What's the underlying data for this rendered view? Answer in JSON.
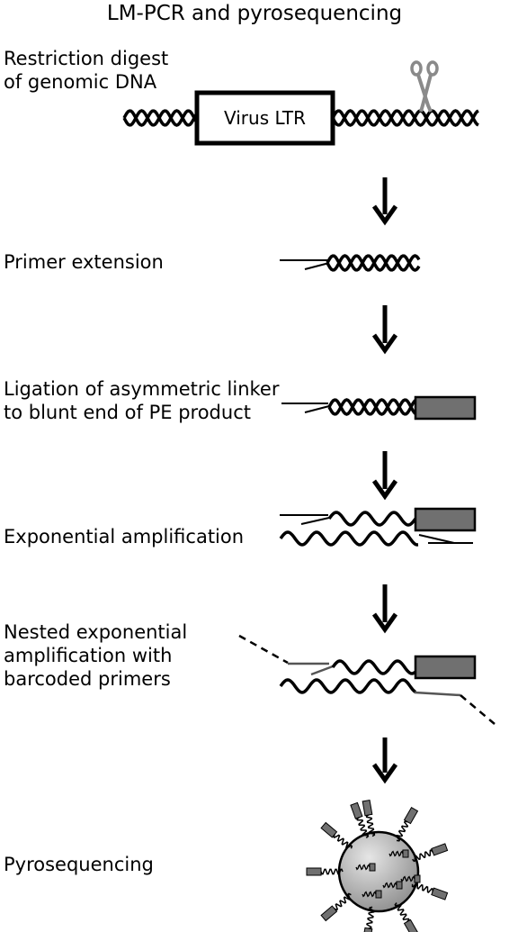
{
  "title": "LM-PCR and pyrosequencing",
  "steps": [
    {
      "lines": [
        "Restriction digest",
        "of genomic DNA"
      ]
    },
    {
      "lines": [
        "Primer extension"
      ]
    },
    {
      "lines": [
        "Ligation of asymmetric linker",
        "to blunt end of PE product"
      ]
    },
    {
      "lines": [
        "Exponential amplification"
      ]
    },
    {
      "lines": [
        "Nested exponential",
        "amplification with",
        "barcoded primers"
      ]
    },
    {
      "lines": [
        "Pyrosequencing"
      ]
    }
  ],
  "ltr_label": "Virus LTR",
  "icons": {
    "cutter": "scissors-icon",
    "arrow": "down-arrow-icon"
  },
  "colors": {
    "strand": "#000000",
    "primer": "#555555",
    "linker_fill": "#707070",
    "scissors": "#8a8a8a",
    "bead_light": "#e6e6e6",
    "bead_dark": "#8c8c8c"
  }
}
